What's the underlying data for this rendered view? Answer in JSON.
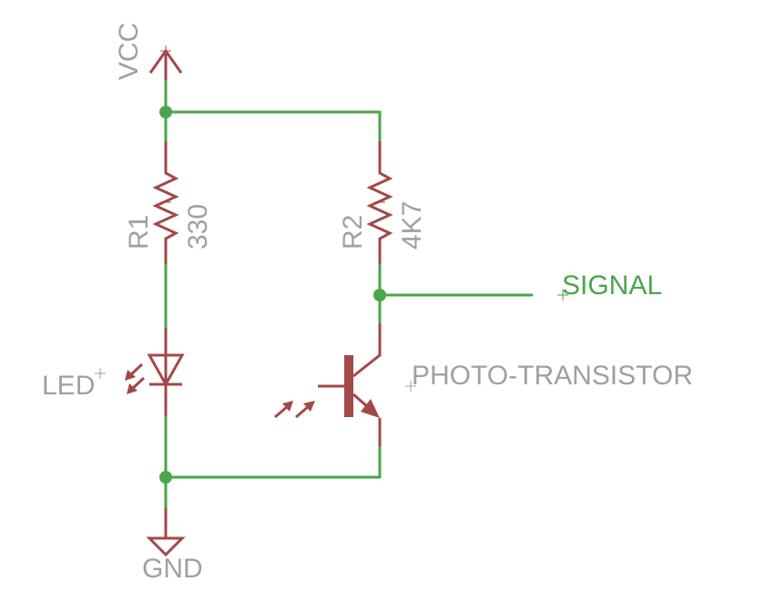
{
  "schematic": {
    "supply": {
      "label": "VCC"
    },
    "ground": {
      "label": "GND"
    },
    "r1": {
      "name": "R1",
      "value": "330"
    },
    "r2": {
      "name": "R2",
      "value": "4K7"
    },
    "led": {
      "name": "LED"
    },
    "phototransistor": {
      "name": "PHOTO-TRANSISTOR"
    },
    "signal_net": {
      "label": "SIGNAL"
    },
    "colors": {
      "wire": "#4aa64a",
      "component": "#a34848",
      "label": "#a0a0a0",
      "background": "#ffffff"
    }
  }
}
